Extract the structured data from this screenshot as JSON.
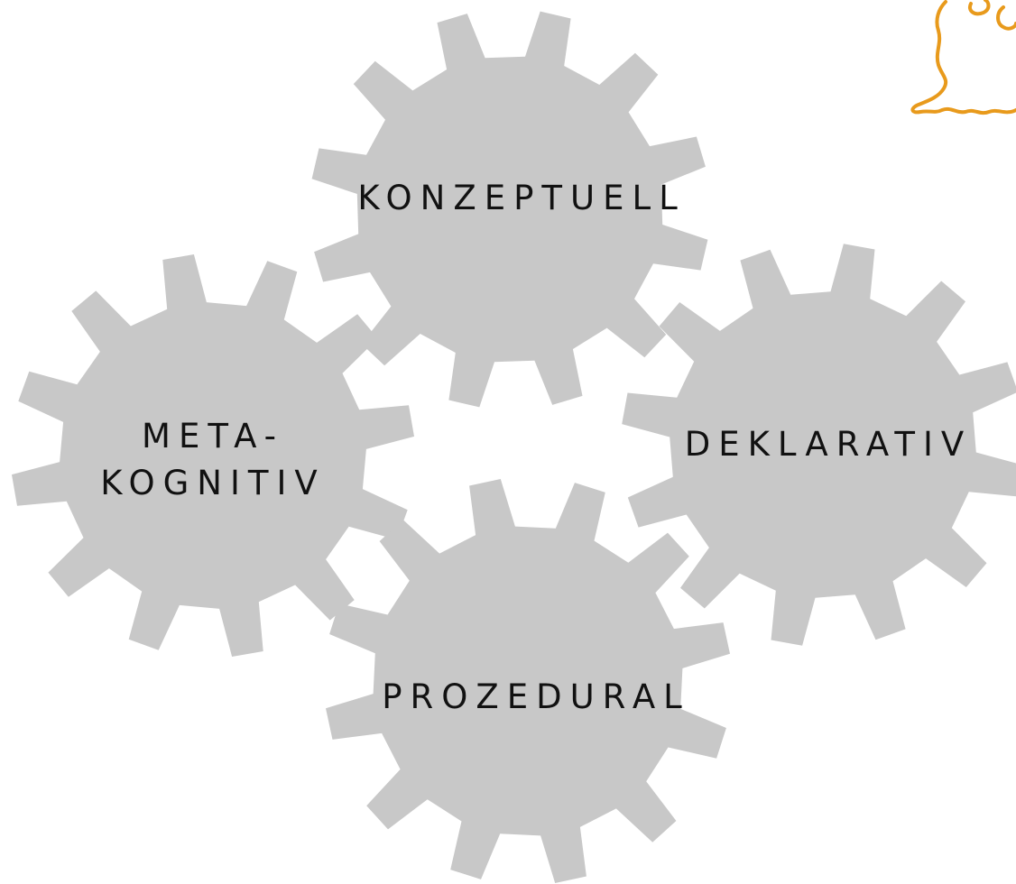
{
  "diagram": {
    "gear_color": "#c8c8c8",
    "text_color": "#111111",
    "logo_color": "#e89a1c",
    "gears": [
      {
        "id": "konzeptuell",
        "label_lines": [
          "KONZEPTUELL"
        ]
      },
      {
        "id": "metakognitiv",
        "label_lines": [
          "META-",
          "KOGNITIV"
        ]
      },
      {
        "id": "deklarativ",
        "label_lines": [
          "DEKLARATIV"
        ]
      },
      {
        "id": "prozedural",
        "label_lines": [
          "PROZEDURAL"
        ]
      }
    ],
    "logo": {
      "icon": "head-outline-logo-icon"
    }
  }
}
